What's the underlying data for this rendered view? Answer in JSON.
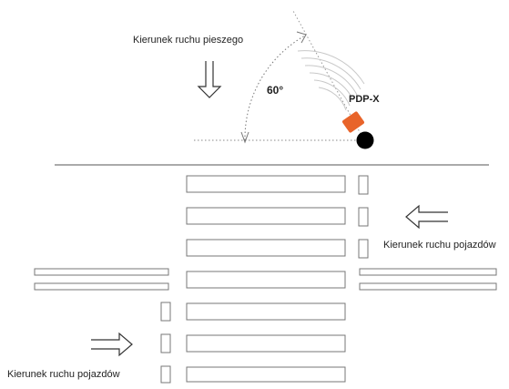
{
  "labels": {
    "pedestrian_direction": "Kierunek ruchu pieszego",
    "vehicle_direction_right": "Kierunek ruchu pojazdów",
    "vehicle_direction_left": "Kierunek ruchu pojazdów",
    "device_name": "PDP-X",
    "angle": "60°"
  },
  "colors": {
    "device_body": "#e8642a",
    "device_base": "#000000",
    "lines": "#555555",
    "sensor_arcs": "#cccccc"
  }
}
